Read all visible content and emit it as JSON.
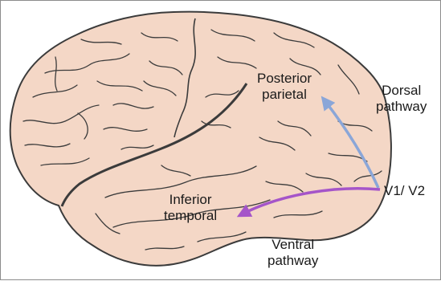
{
  "labels": {
    "posterior_parietal": [
      "Posterior",
      "parietal"
    ],
    "dorsal_pathway": [
      "Dorsal",
      "pathway"
    ],
    "inferior_temporal": [
      "Inferior",
      "temporal"
    ],
    "ventral_pathway": [
      "Ventral",
      "pathway"
    ],
    "v1_v2": "V1/ V2"
  },
  "colors": {
    "brain_fill": "#f4d7c6",
    "brain_outline": "#3b3b3b",
    "dorsal_arrow": "#8aa6d8",
    "ventral_arrow": "#a555c9"
  },
  "icons": {
    "brain": "brain-lateral-view-illustration"
  }
}
